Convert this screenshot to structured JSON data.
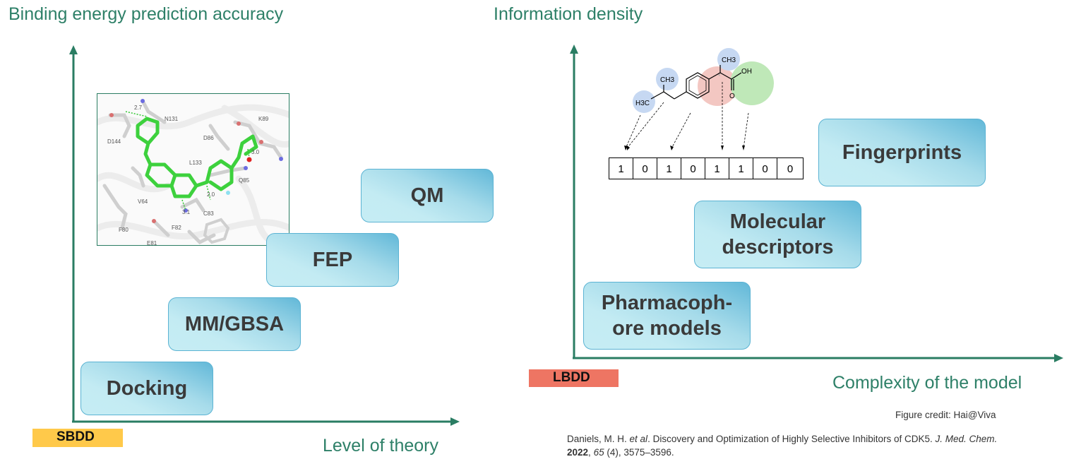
{
  "left_panel": {
    "y_axis_title": "Binding energy prediction accuracy",
    "x_axis_title": "Level of theory",
    "tag": {
      "label": "SBDD",
      "color": "#ffc94a"
    },
    "methods": [
      "Docking",
      "MM/GBSA",
      "FEP",
      "QM"
    ],
    "structure_image": {
      "description": "Protein-ligand docking pose (CDK5 inhibitor)",
      "residue_labels": [
        "D144",
        "N131",
        "D86",
        "K89",
        "L133",
        "Q85",
        "V64",
        "C83",
        "F80",
        "F82",
        "E81"
      ],
      "distance_labels": [
        "2.7",
        "3.0",
        "2.0",
        "3.1"
      ]
    }
  },
  "right_panel": {
    "y_axis_title": "Information density",
    "x_axis_title": "Complexity of the model",
    "tag": {
      "label": "LBDD",
      "color": "#ee7563"
    },
    "methods": [
      "Pharmacoph-\nore models",
      "Molecular\ndescriptors",
      "Fingerprints"
    ],
    "fingerprint": {
      "bits": [
        "1",
        "0",
        "1",
        "0",
        "1",
        "1",
        "0",
        "0"
      ],
      "molecule_labels": [
        "H3C",
        "CH3",
        "CH3",
        "OH",
        "O"
      ]
    }
  },
  "credits": {
    "figure_credit": "Figure credit: Hai@Viva",
    "reference": {
      "authors": "Daniels, M. H. ",
      "etal": "et al",
      "title": ". Discovery and Optimization of Highly Selective Inhibitors of CDK5. ",
      "journal": "J. Med. Chem.",
      "year": "2022",
      "volume": "65",
      "issue_pages": " (4), 3575–3596."
    }
  },
  "colors": {
    "axis": "#2a7d63",
    "title_text": "#2e8068",
    "box_text": "#3a3a3a",
    "box_border": "#5bb3d3"
  }
}
